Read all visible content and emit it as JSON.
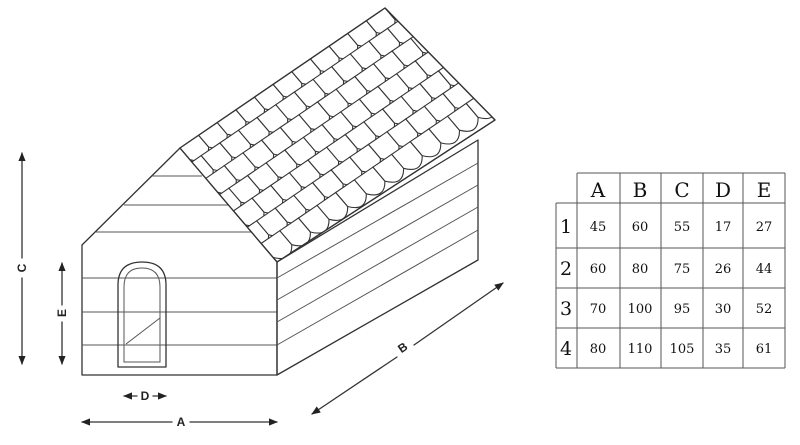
{
  "dimension_labels": {
    "A": "A",
    "B": "B",
    "C": "C",
    "D": "D",
    "E": "E"
  },
  "table": {
    "columns": [
      "A",
      "B",
      "C",
      "D",
      "E"
    ],
    "rows": [
      {
        "label": "1",
        "values": [
          "45",
          "60",
          "55",
          "17",
          "27"
        ]
      },
      {
        "label": "2",
        "values": [
          "60",
          "80",
          "75",
          "26",
          "44"
        ]
      },
      {
        "label": "3",
        "values": [
          "70",
          "100",
          "95",
          "30",
          "52"
        ]
      },
      {
        "label": "4",
        "values": [
          "80",
          "110",
          "105",
          "35",
          "61"
        ]
      }
    ]
  },
  "colors": {
    "ink": "#333333",
    "background": "#ffffff"
  }
}
